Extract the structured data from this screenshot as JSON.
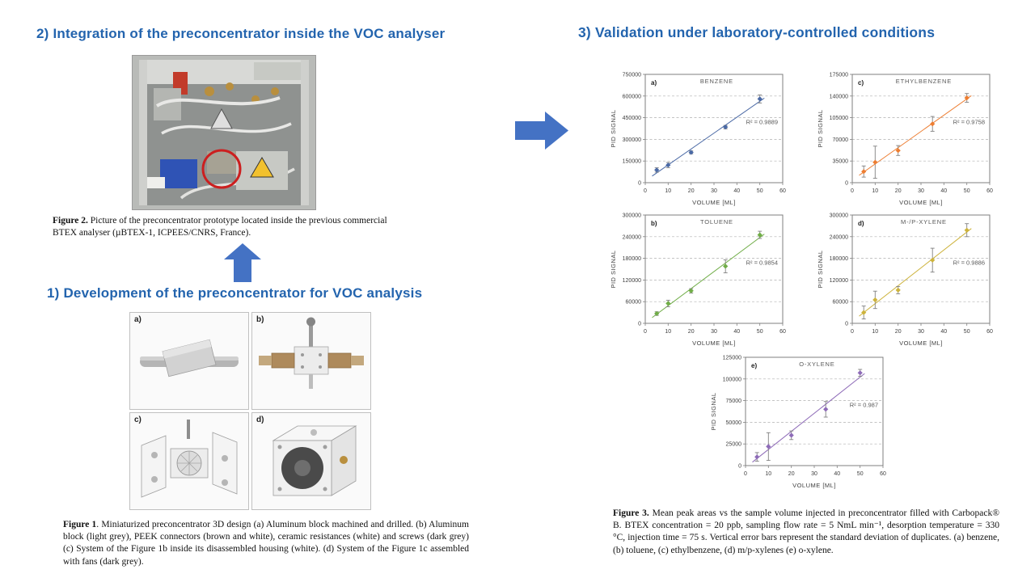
{
  "colors": {
    "heading": "#2364AE",
    "arrow": "#4472C4"
  },
  "headings": {
    "section1": "1) Development of the preconcentrator for VOC analysis",
    "section2": "2) Integration of the preconcentrator inside the VOC analyser",
    "section3": "3) Validation under laboratory-controlled conditions"
  },
  "captions": {
    "figure2": {
      "label": "Figure 2.",
      "text": " Picture of the preconcentrator prototype located inside the previous commercial BTEX analyser (µBTEX-1, ICPEES/CNRS, France)."
    },
    "figure1": {
      "label": "Figure 1",
      "text": ". Miniaturized preconcentrator 3D design (a) Aluminum block machined and drilled. (b) Aluminum block (light grey), PEEK connectors (brown and white), ceramic resistances (white) and screws (dark grey) (c) System of the Figure 1b inside its disassembled housing (white). (d) System of the Figure 1c assembled with fans (dark grey)."
    },
    "figure3": {
      "label": "Figure 3.",
      "text": " Mean peak areas vs the sample volume injected in preconcentrator filled with Carbopack® B. BTEX concentration = 20 ppb, sampling flow rate = 5 NmL min⁻¹, desorption temperature = 330 °C, injection time = 75 s. Vertical error bars represent the standard deviation of duplicates. (a) benzene, (b) toluene, (c) ethylbenzene, (d) m/p-xylenes (e) o-xylene."
    }
  },
  "figure1": {
    "panels": [
      "a)",
      "b)",
      "c)",
      "d)"
    ]
  },
  "chart_data": [
    {
      "type": "scatter",
      "panel": "a)",
      "title": "BENZENE",
      "color": "#4a69a5",
      "x": [
        5,
        10,
        20,
        35,
        50
      ],
      "y": [
        88000,
        122000,
        210000,
        385000,
        580000
      ],
      "yerr": [
        15000,
        18000,
        10000,
        12000,
        28000
      ],
      "r2_label": "R² = 0.9889",
      "xlabel": "VOLUME [ML]",
      "ylabel": "PID SIGNAL",
      "xlim": [
        0,
        60
      ],
      "xticks": [
        0,
        10,
        20,
        30,
        40,
        50,
        60
      ],
      "ylim": [
        0,
        750000
      ],
      "yticks": [
        0,
        150000,
        300000,
        450000,
        600000,
        750000
      ],
      "grid": "dashed-horizontal",
      "trendline": true
    },
    {
      "type": "scatter",
      "panel": "c)",
      "title": "ETHYLBENZENE",
      "color": "#ED7D31",
      "x": [
        5,
        10,
        20,
        35,
        50
      ],
      "y": [
        18000,
        33000,
        52000,
        95000,
        137000
      ],
      "yerr": [
        9000,
        26000,
        8000,
        12000,
        7000
      ],
      "r2_label": "R² = 0.9758",
      "xlabel": "VOLUME [ML]",
      "ylabel": "PID SIGNAL",
      "xlim": [
        0,
        60
      ],
      "xticks": [
        0,
        10,
        20,
        30,
        40,
        50,
        60
      ],
      "ylim": [
        0,
        175000
      ],
      "yticks": [
        0,
        35000,
        70000,
        105000,
        140000,
        175000
      ],
      "grid": "dashed-horizontal",
      "trendline": true
    },
    {
      "type": "scatter",
      "panel": "b)",
      "title": "TOLUENE",
      "color": "#70AD47",
      "x": [
        5,
        10,
        20,
        35,
        50
      ],
      "y": [
        27000,
        55000,
        90000,
        158000,
        245000
      ],
      "yerr": [
        5000,
        9000,
        6000,
        18000,
        10000
      ],
      "r2_label": "R² = 0.9854",
      "xlabel": "VOLUME [ML]",
      "ylabel": "PID SIGNAL",
      "xlim": [
        0,
        60
      ],
      "xticks": [
        0,
        10,
        20,
        30,
        40,
        50,
        60
      ],
      "ylim": [
        0,
        300000
      ],
      "yticks": [
        0,
        60000,
        120000,
        180000,
        240000,
        300000
      ],
      "grid": "dashed-horizontal",
      "trendline": true
    },
    {
      "type": "scatter",
      "panel": "d)",
      "title": "M-/P-XYLENE",
      "color": "#CDB33C",
      "x": [
        5,
        10,
        20,
        35,
        50
      ],
      "y": [
        30000,
        65000,
        92000,
        175000,
        258000
      ],
      "yerr": [
        18000,
        24000,
        10000,
        33000,
        18000
      ],
      "r2_label": "R² = 0.9886",
      "xlabel": "VOLUME [ML]",
      "ylabel": "PID SIGNAL",
      "xlim": [
        0,
        60
      ],
      "xticks": [
        0,
        10,
        20,
        30,
        40,
        50,
        60
      ],
      "ylim": [
        0,
        300000
      ],
      "yticks": [
        0,
        60000,
        120000,
        180000,
        240000,
        300000
      ],
      "grid": "dashed-horizontal",
      "trendline": true
    },
    {
      "type": "scatter",
      "panel": "e)",
      "title": "O-XYLENE",
      "color": "#8E6BB8",
      "x": [
        5,
        10,
        20,
        35,
        50
      ],
      "y": [
        10000,
        22000,
        35000,
        65000,
        107000
      ],
      "yerr": [
        5000,
        16000,
        5000,
        9000,
        4000
      ],
      "r2_label": "R² = 0.987",
      "xlabel": "VOLUME [ML]",
      "ylabel": "PID SIGNAL",
      "xlim": [
        0,
        60
      ],
      "xticks": [
        0,
        10,
        20,
        30,
        40,
        50,
        60
      ],
      "ylim": [
        0,
        125000
      ],
      "yticks": [
        0,
        25000,
        50000,
        75000,
        100000,
        125000
      ],
      "grid": "dashed-horizontal",
      "trendline": true
    }
  ]
}
